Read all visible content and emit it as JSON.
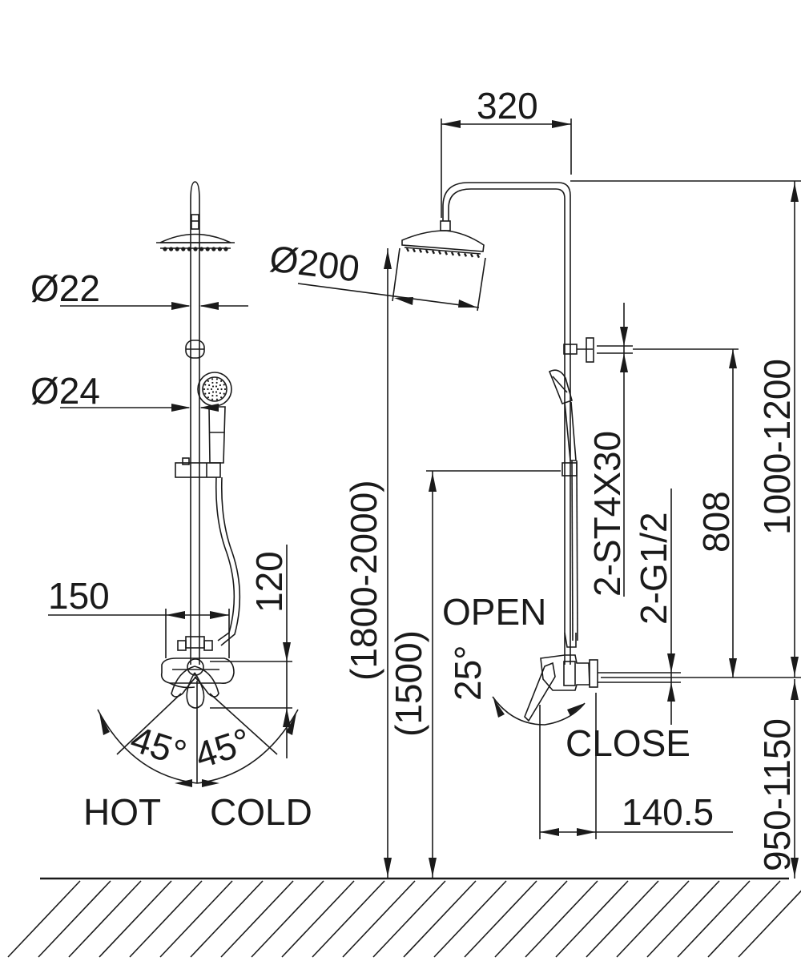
{
  "labels": {
    "dia_arm": "Ø22",
    "dia_slide": "Ø24",
    "dia_head": "Ø200",
    "width_top": "320",
    "width_valve": "150",
    "valve_offset": "120",
    "angle_left": "45°",
    "angle_right": "45°",
    "hot": "HOT",
    "cold": "COLD",
    "height_total": "(1800-2000)",
    "height_bar": "(1500)",
    "open": "OPEN",
    "close": "CLOSE",
    "angle_open": "25°",
    "screws": "2-ST4X30",
    "thread": "2-G1/2",
    "span_808": "808",
    "span_upper": "1000-1200",
    "span_lower": "950-1150",
    "depth": "140.5"
  },
  "colors": {
    "line": "#1a1a1a",
    "background": "#ffffff"
  }
}
